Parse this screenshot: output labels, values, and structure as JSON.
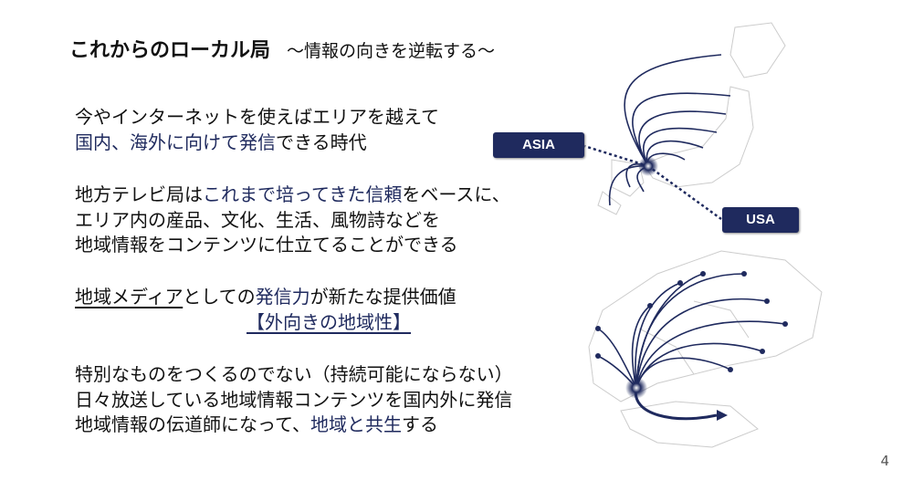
{
  "title": {
    "main": "これからのローカル局",
    "sub": "～情報の向きを逆転する～"
  },
  "paragraphs": {
    "p1": {
      "l1": "今やインターネットを使えばエリアを越えて",
      "l2a": "国内、海外に向けて発信",
      "l2b": "できる時代"
    },
    "p2": {
      "l1a": "地方テレビ局は",
      "l1b": "これまで培ってきた信頼",
      "l1c": "をベースに、",
      "l2": "エリア内の産品、文化、生活、風物詩などを",
      "l3": "地域情報をコンテンツに仕立てることができる"
    },
    "p3": {
      "l1a": "地域メディア",
      "l1b": "としての",
      "l1c": "発信力",
      "l1d": "が新たな提供価値",
      "l2": "【外向きの地域性】"
    },
    "p4": {
      "l1": "特別なものをつくるのでない（持続可能にならない）",
      "l2": "日々放送している地域情報コンテンツを国内外に発信",
      "l3a": "地域情報の伝道師になって、",
      "l3b": "地域と共生",
      "l3c": "する"
    }
  },
  "map": {
    "badges": {
      "asia": "ASIA",
      "usa": "USA"
    }
  },
  "page_number": "4",
  "colors": {
    "accent": "#1f2a5e"
  }
}
